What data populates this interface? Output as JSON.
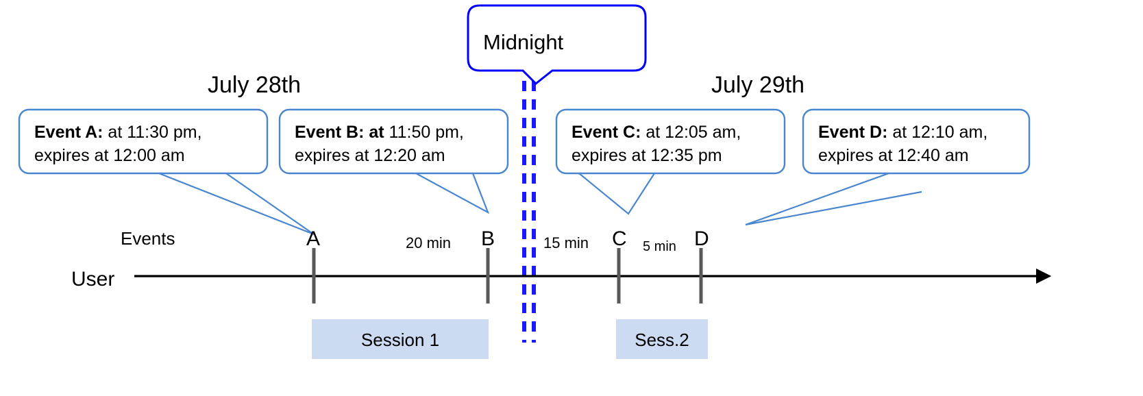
{
  "diagram": {
    "title_note": "Event expiry timeline across midnight",
    "colors": {
      "callout_border": "#4a86d0",
      "midnight_border": "#0000ff",
      "midnight_dash": "#1a1aff",
      "session_fill": "#ccdaf2",
      "axis": "#000000",
      "tick": "#595959",
      "leader": "#4a86d0"
    },
    "dates": [
      {
        "label": "July 28th"
      },
      {
        "label": "July 29th"
      }
    ],
    "midnight": {
      "label": "Midnight"
    },
    "callouts": [
      {
        "id": "event-a",
        "bold": "Event A:",
        "line1_rest": " at 11:30 pm,",
        "line2": "expires at 12:00 am"
      },
      {
        "id": "event-b",
        "bold": "Event B: at",
        "line1_rest": " 11:50 pm,",
        "line2": "expires at 12:20 am"
      },
      {
        "id": "event-c",
        "bold": "Event C:",
        "line1_rest": " at 12:05 am,",
        "line2": "expires at 12:35 pm"
      },
      {
        "id": "event-d",
        "bold": "Event D:",
        "line1_rest": "  at 12:10 am,",
        "line2": "expires at 12:40 am"
      }
    ],
    "axis": {
      "row_label": "User",
      "events_label": "Events"
    },
    "ticks": [
      {
        "id": "tick-a",
        "letter": "A"
      },
      {
        "id": "tick-b",
        "letter": "B"
      },
      {
        "id": "tick-c",
        "letter": "C"
      },
      {
        "id": "tick-d",
        "letter": "D"
      }
    ],
    "intervals": [
      {
        "id": "interval-ab",
        "label": "20 min"
      },
      {
        "id": "interval-bc",
        "label": "15 min"
      },
      {
        "id": "interval-cd",
        "label": "5 min"
      }
    ],
    "sessions": [
      {
        "id": "session-1",
        "label": "Session 1"
      },
      {
        "id": "session-2",
        "label": "Sess.2"
      }
    ]
  }
}
